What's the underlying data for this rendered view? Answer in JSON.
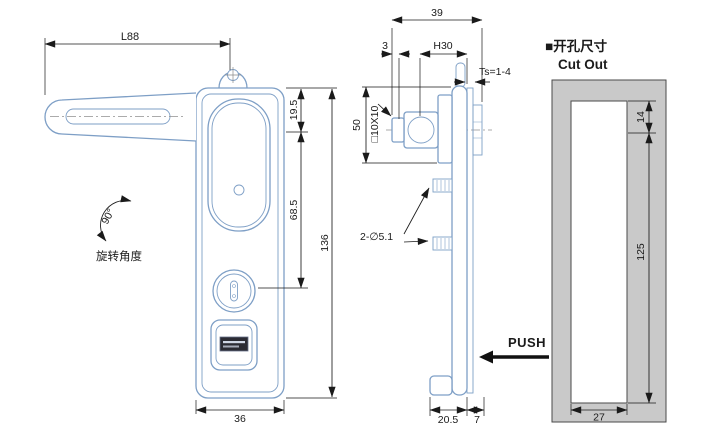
{
  "colors": {
    "part": "#7e9fc6",
    "dim": "#1a1a1a",
    "panel": "#c9c9c9",
    "arrow": "#111111"
  },
  "front_view": {
    "dim_l88": "L88",
    "dim_19_5": "19.5",
    "dim_68_5": "68.5",
    "dim_136": "136",
    "dim_36": "36",
    "rotation_angle": "90°",
    "rotation_label": "旋转角度"
  },
  "side_view": {
    "dim_39": "39",
    "dim_3": "3",
    "dim_h30": "H30",
    "dim_ts": "Ts=1-4",
    "dim_50": "50",
    "dim_square": "□10X10",
    "dim_holes": "2-∅5.1",
    "dim_20_5": "20.5",
    "dim_7": "7",
    "push_label": "PUSH"
  },
  "cutout_view": {
    "title_cn": "■开孔尺寸",
    "title_en": "Cut Out",
    "dim_14": "14",
    "dim_125": "125",
    "dim_27": "27"
  }
}
